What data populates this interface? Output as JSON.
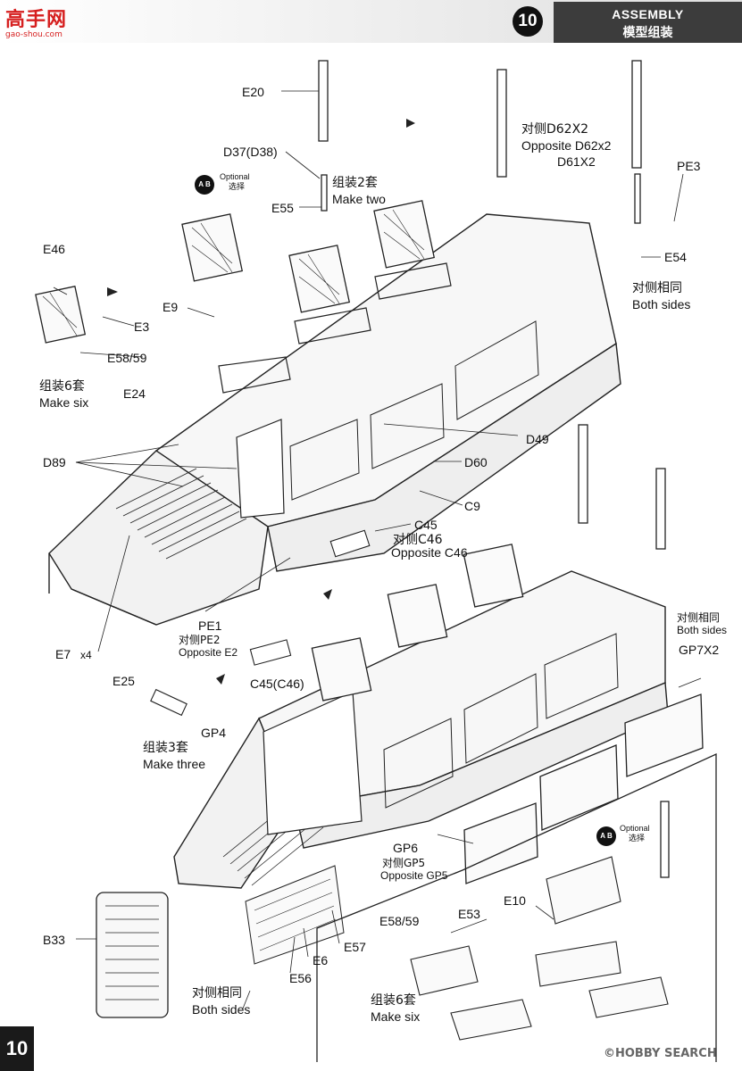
{
  "header": {
    "logo_text": "高手网",
    "logo_url": "gao-shou.com",
    "step_number": "10",
    "title_en": "ASSEMBLY",
    "title_cn": "模型组装"
  },
  "page_number": "10",
  "watermark": "©HOBBY SEARCH",
  "optional": {
    "badge": "A B",
    "en": "Optional",
    "cn": "选择"
  },
  "labels": {
    "e20": "E20",
    "d37": "D37(D38)",
    "make_two_cn": "组装2套",
    "make_two_en": "Make two",
    "e55": "E55",
    "opp_d62_cn": "对侧D62X2",
    "opp_d62_en": "Opposite D62x2",
    "d61": "D61X2",
    "pe3": "PE3",
    "e54": "E54",
    "both_sides_cn_1": "对侧相同",
    "both_sides_en_1": "Both sides",
    "e46": "E46",
    "e3": "E3",
    "e9": "E9",
    "e58_59_a": "E58/59",
    "make_six_cn_a": "组装6套",
    "make_six_en_a": "Make six",
    "e24": "E24",
    "d89": "D89",
    "d49": "D49",
    "d60": "D60",
    "c9": "C9",
    "c45": "C45",
    "opp_c46_cn": "对侧C46",
    "opp_c46_en": "Opposite C46",
    "pe1": "PE1",
    "opp_pe2_cn": "对侧PE2",
    "opp_e2_en": "Opposite E2",
    "e7": "E7",
    "x4": "x4",
    "c45_c46": "C45(C46)",
    "e25": "E25",
    "gp4": "GP4",
    "make_three_cn": "组装3套",
    "make_three_en": "Make three",
    "both_sides_cn_2": "对侧相同",
    "both_sides_en_2": "Both sides",
    "gp7": "GP7X2",
    "gp6": "GP6",
    "opp_gp5_cn": "对侧GP5",
    "opp_gp5_en": "Opposite GP5",
    "e10": "E10",
    "e58_59_b": "E58/59",
    "e53": "E53",
    "b33": "B33",
    "e6": "E6",
    "e57": "E57",
    "e56": "E56",
    "both_sides_cn_3": "对侧相同",
    "both_sides_en_3": "Both sides",
    "make_six_cn_b": "组装6套",
    "make_six_en_b": "Make six"
  }
}
